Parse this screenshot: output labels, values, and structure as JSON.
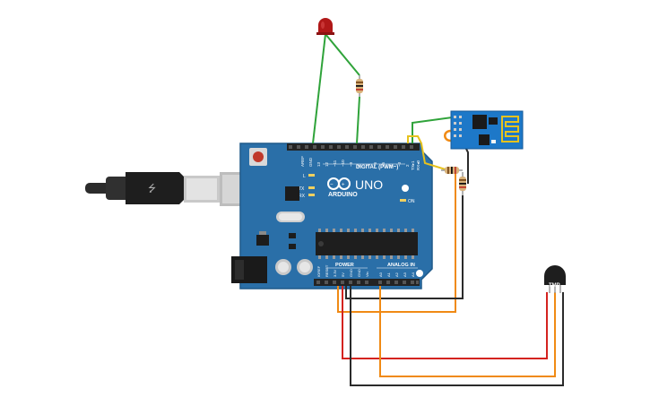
{
  "colors": {
    "board": "#2a6fa8",
    "board_dark": "#1f5a8a",
    "header": "#232323",
    "wire_green": "#2fa33a",
    "wire_orange": "#f08a14",
    "wire_red": "#d4231f",
    "wire_black": "#2b2b2b",
    "wire_yellow": "#e6c21e",
    "led": "#b01818",
    "esp_blue": "#1d78c8"
  },
  "board": {
    "brand": "ARDUINO",
    "model": "UNO",
    "digital_label": "DIGITAL (PWM~)",
    "power_label": "POWER",
    "analog_label": "ANALOG IN",
    "on_label": "ON",
    "l_label": "L",
    "tx_label": "TX",
    "rx_label": "RX",
    "aref_label": "AREF",
    "gnd_label": "GND",
    "pin_labels_digital": [
      "13",
      "12",
      "~11",
      "~10",
      "~9",
      "8",
      "7",
      "~6",
      "~5",
      "4",
      "~3",
      "2",
      "TX▸1",
      "RX◂0"
    ],
    "pin_labels_power": [
      "IOREF",
      "RESET",
      "3.3V",
      "5V",
      "GND",
      "GND",
      "Vin"
    ],
    "pin_labels_analog": [
      "A0",
      "A1",
      "A2",
      "A3",
      "A4",
      "A5"
    ]
  },
  "sensor": {
    "label": "TMP"
  }
}
